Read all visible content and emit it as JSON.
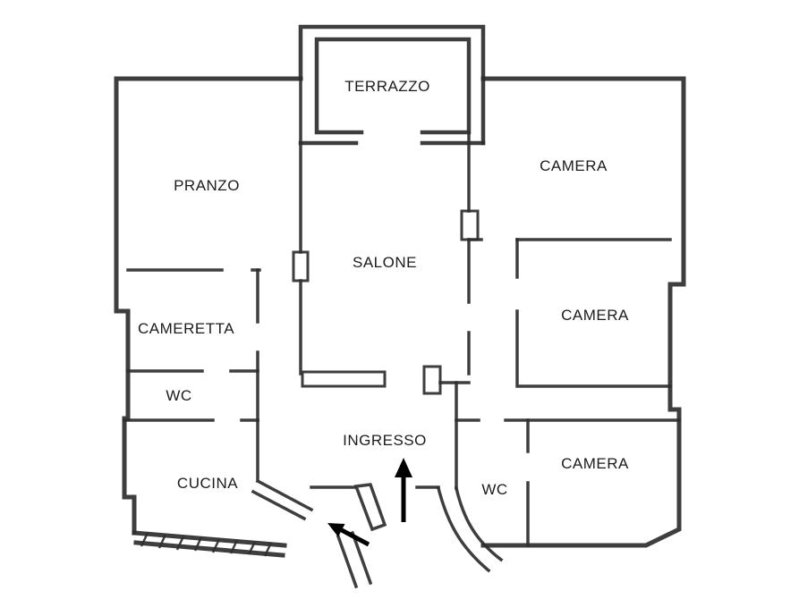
{
  "meta": {
    "background_color": "#ffffff",
    "wall_color": "#2e2e2e",
    "arrow_color": "#000000",
    "label_color": "#1c1c1c"
  },
  "floorplan": {
    "type": "apartment-floor-plan",
    "rooms": {
      "terrazzo": "TERRAZZO",
      "pranzo": "PRANZO",
      "camera_top_right": "CAMERA",
      "salone": "SALONE",
      "cameretta": "CAMERETTA",
      "wc_left": "WC",
      "camera_middle_right": "CAMERA",
      "ingresso": "INGRESSO",
      "cucina": "CUCINA",
      "wc_right": "WC",
      "camera_bottom_right": "CAMERA"
    },
    "icons": {
      "entrance_up_arrow": "arrow-up-icon",
      "entrance_diagonal_arrow": "arrow-up-left-icon"
    }
  }
}
